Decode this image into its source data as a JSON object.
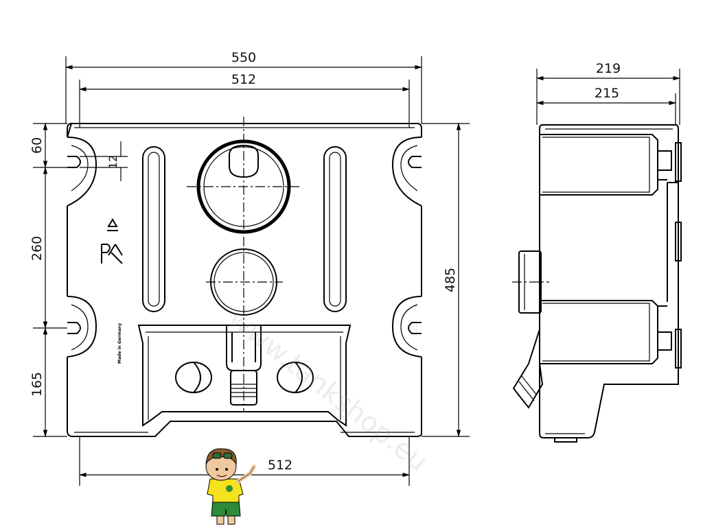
{
  "drawing": {
    "front_view": {
      "dim_overall_width": "550",
      "dim_inner_width": "512",
      "dim_bottom_width": "512",
      "dim_top_section": "60",
      "dim_slot": "12",
      "dim_middle_section": "260",
      "dim_bottom_section": "165",
      "dim_height": "485",
      "made_in_label": "Made in Germany"
    },
    "side_view": {
      "dim_overall_depth": "219",
      "dim_body_depth": "215"
    },
    "watermark": "www.tankshop.eu"
  }
}
